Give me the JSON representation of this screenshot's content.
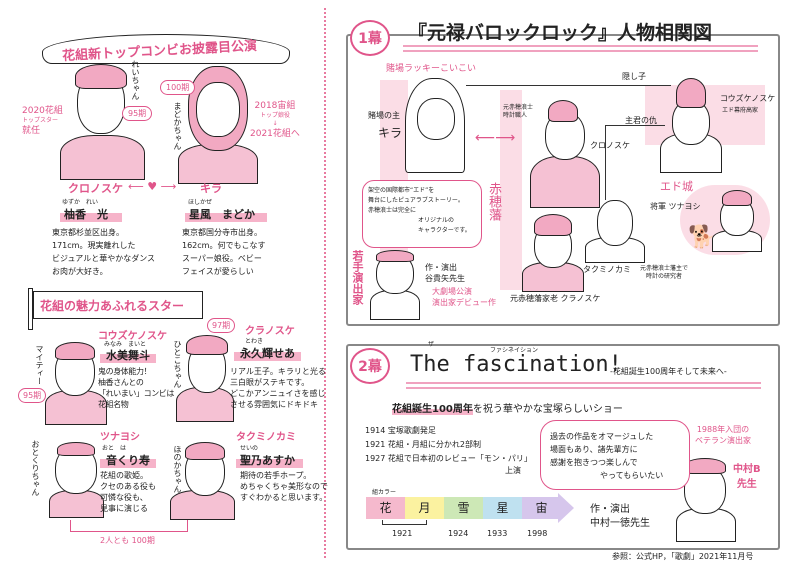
{
  "left": {
    "banner": "花組新トップコンビお披露目公演",
    "top_combo": {
      "left_person": {
        "nickname": "れいちゃん",
        "class": "95期",
        "career": [
          "2020花組",
          "トップスター",
          "就任"
        ],
        "role": "クロノスケ",
        "name_ruby": "ゆずか　れい",
        "name": "柚香　光",
        "desc": [
          "東京都杉並区出身。",
          "171cm。現実離れした",
          "ビジュアルと華やかなダンス",
          "お肉が大好き。"
        ]
      },
      "right_person": {
        "nickname": "まどかちゃん",
        "class": "100期",
        "career": [
          "2018宙組",
          "トップ娘役",
          "↓",
          "2021花組へ"
        ],
        "role": "キラ",
        "name_ruby": "ほしかぜ",
        "name": "星風　まどか",
        "desc": [
          "東京都国分寺市出身。",
          "162cm。何でもこなす",
          "スーパー娘役。ベビー",
          "フェイスが愛らしい"
        ]
      }
    },
    "stars_banner": "花組の魅力あふれるスター",
    "stars": [
      {
        "role": "コウズケノスケ",
        "name_ruby": "みなみ　まいと",
        "name": "水美舞斗",
        "nickname": "マイティー",
        "class": "95期",
        "desc": [
          "鬼の身体能力！",
          "柚香さんとの",
          "「れいまい」コンビは",
          "花組名物"
        ]
      },
      {
        "role": "クラノスケ",
        "name_ruby": "とわき",
        "name": "永久輝せあ",
        "nickname": "ひとこちゃん",
        "class": "97期",
        "desc": [
          "リアル王子。キラリと光る",
          "三白眼がステキです。",
          "どこかアンニュイさを感じ",
          "させる雰囲気にドキドキ"
        ]
      },
      {
        "role": "ツナヨシ",
        "name_ruby": "おと　は",
        "name": "音くり寿",
        "nickname": "おとくりちゃん",
        "desc": [
          "花組の歌姫。",
          "クセのある役も",
          "可憐な役も、",
          "見事に演じる"
        ]
      },
      {
        "role": "タクミノカミ",
        "name_ruby": "せいの",
        "name": "聖乃あすか",
        "nickname": "ほのかちゃん",
        "desc": [
          "期待の若手ホープ。",
          "めちゃくちゃ美形なので",
          "すぐわかると思います。"
        ]
      }
    ],
    "both_100": "2人とも 100期"
  },
  "act1": {
    "badge": "1幕",
    "title": "『元禄バロックロック』人物相関図",
    "group_gambling": "賭場ラッキーこいこい",
    "kira": {
      "desc": "賭場の主",
      "name": "キラ"
    },
    "hidden_child": "隠し子",
    "kouzuke": {
      "name": "コウズケノスケ",
      "desc": "エド幕府高家"
    },
    "kuronosuke": {
      "desc": [
        "元赤穂浪士",
        "時計職人"
      ],
      "name": "クロノスケ"
    },
    "enemy": "主君の仇",
    "ako": "赤穂藩",
    "edo_castle": "エド城",
    "tsunayoshi": "将軍 ツナヨシ",
    "takumi": {
      "name": "タクミノカミ",
      "desc": [
        "元赤穂浪士藩主で",
        "時計の研究者"
      ]
    },
    "kuranosuke": "元赤穂藩家老 クラノスケ",
    "quote": [
      "架空の国際都市“エド”を",
      "舞台にしたピュアラブストーリー。",
      "赤穂浪士は完全に",
      "オリジナルの",
      "キャラクターです。"
    ],
    "director_tag": "若手演出家",
    "director": [
      "作・演出",
      "谷貴矢先生"
    ],
    "director_note": [
      "大劇場公演",
      "演出家デビュー作"
    ]
  },
  "act2": {
    "badge": "2幕",
    "title_ruby_the": "ザ",
    "title_ruby_fascination": "ファシネイション",
    "title": "The fascination!",
    "subtitle": "-花組誕生100周年そして未来へ-",
    "headline_hl": "花組誕生100周年",
    "headline_rest": "を祝う華やかな宝塚らしいショー",
    "history": [
      "1914 宝塚歌劇発足",
      "1921 花組・月組に分かれ2部制",
      "1927 花組で日本初のレビュー「モン・パリ」",
      "上演"
    ],
    "quote": [
      "過去の作品をオマージュした",
      "場面もあり、諸先輩方に",
      "感謝を抱きつつ楽しんで",
      "やってもらいたい"
    ],
    "director_tag": [
      "1988年入団の",
      "ベテラン演出家"
    ],
    "director_nick": [
      "中村B",
      "先生"
    ],
    "director": [
      "作・演出",
      "中村一徳先生"
    ],
    "color_label": "組カラー",
    "troupes": [
      {
        "name": "花",
        "color": "#f5b9cd"
      },
      {
        "name": "月",
        "color": "#fbf2a0"
      },
      {
        "name": "雪",
        "color": "#cde8b6"
      },
      {
        "name": "星",
        "color": "#bfe1f0"
      },
      {
        "name": "宙",
        "color": "#d6c6ec"
      }
    ],
    "years": [
      "1921",
      "1924",
      "1933",
      "1998"
    ]
  },
  "reference": "参照：公式HP，「歌劇」2021年11月号",
  "colors": {
    "accent_pink": "#e0558a",
    "light_pink": "#f5c1d3",
    "panel_border": "#888888"
  }
}
